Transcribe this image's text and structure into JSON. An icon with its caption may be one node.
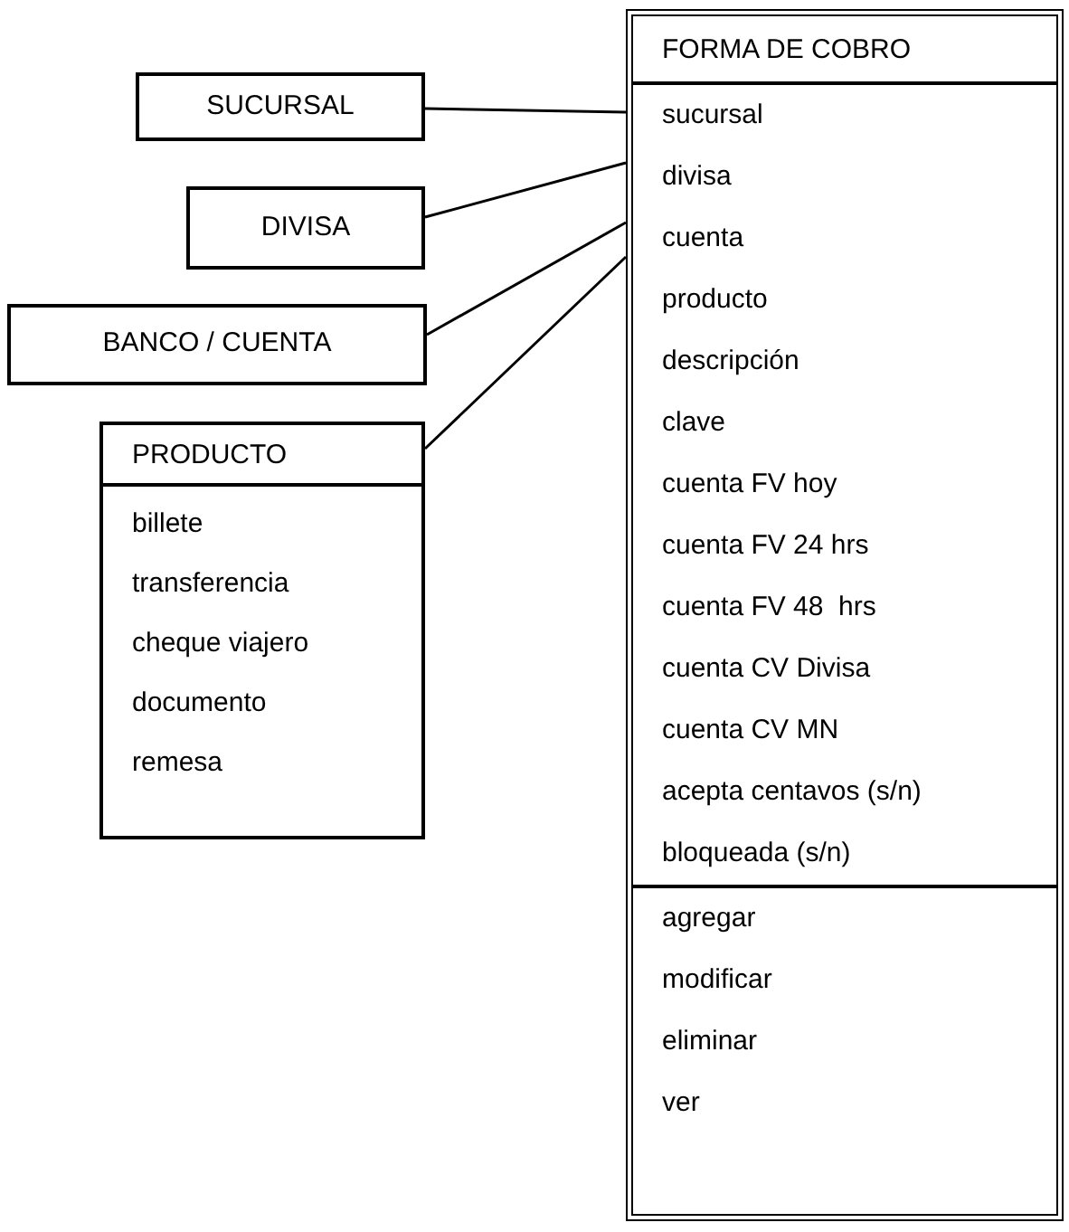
{
  "diagram": {
    "nodes": [
      {
        "text": [
          "SUCURSAL"
        ]
      },
      {
        "text": [
          "DIVISA"
        ]
      },
      {
        "text": [
          "BANCO / CUENTA"
        ]
      },
      {
        "text": [
          "PRODUCTO"
        ]
      },
      {
        "text": [
          "billete",
          "transferencia",
          "cheque viajero",
          "documento",
          "remesa"
        ],
        "in": 3
      },
      {
        "text": [
          "FORMA DE COBRO"
        ]
      },
      {
        "text": [
          "sucursal",
          "divisa",
          "cuenta",
          "producto",
          "descripción",
          "clave",
          "cuenta FV hoy",
          "cuenta FV 24 hrs",
          "cuenta FV 48  hrs",
          "cuenta CV Divisa",
          "cuenta CV MN",
          "acepta centavos (s/n)",
          "bloqueada (s/n)"
        ],
        "in": 5
      },
      {
        "text": [
          "agregar",
          "modificar",
          "eliminar",
          "ver"
        ],
        "in": 5
      }
    ],
    "edges": [
      {
        "from": 0,
        "to": 5,
        "arrow": "none"
      },
      {
        "from": 1,
        "to": 5,
        "arrow": "none"
      },
      {
        "from": 2,
        "to": 5,
        "arrow": "none"
      },
      {
        "from": 3,
        "to": 5,
        "arrow": "none"
      }
    ]
  }
}
